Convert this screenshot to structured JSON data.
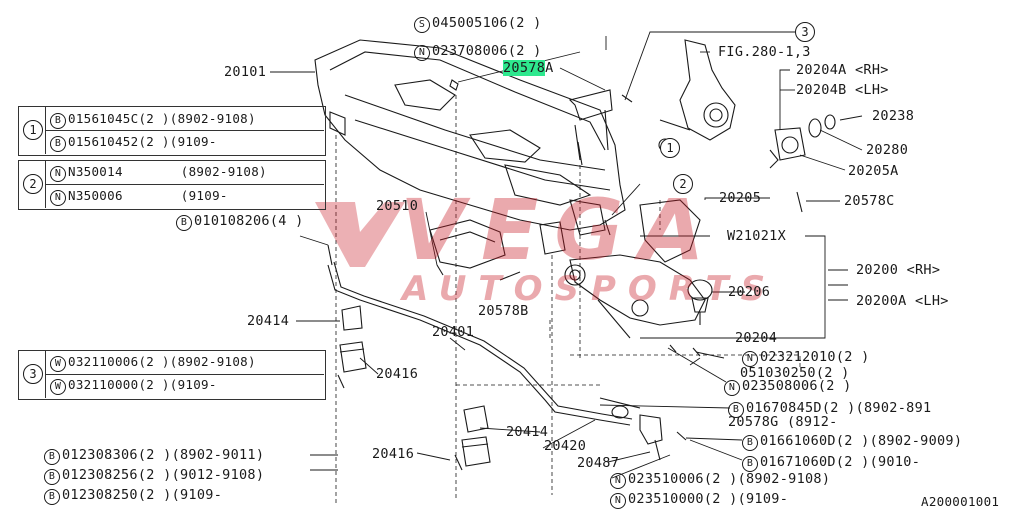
{
  "colors": {
    "line": "#1a1a1a",
    "highlight": "#2ee88e",
    "watermark": "#c81e28"
  },
  "watermark": {
    "line1": "VEGA",
    "line2": "AUTOSPORTS"
  },
  "diagram_id": "A200001001",
  "ref_labels": {
    "fig": "FIG.280-1,3",
    "p20101": "20101",
    "p20510": "20510",
    "p20414a": "20414",
    "p20401": "20401",
    "p20416a": "20416",
    "p20414b": "20414",
    "p20420": "20420",
    "p20416b": "20416",
    "p20487": "20487",
    "p20578B": "20578B",
    "p20578A_hl": "20578",
    "p20578A_suffix": "A",
    "p20204A": "20204A <RH>",
    "p20204B": "20204B <LH>",
    "p20238": "20238",
    "p20280": "20280",
    "p20205A": "20205A",
    "p20205": "20205",
    "p20578C": "20578C",
    "pW21021X": "W21021X",
    "p20200": "20200 <RH>",
    "p20200A": "20200A <LH>",
    "p20206": "20206",
    "p20204": "20204",
    "p20578G": "20578G (8912-"
  },
  "fasteners": [
    {
      "prefix": "S",
      "code": "045005106",
      "qty": "(2 )"
    },
    {
      "prefix": "N",
      "code": "023708006",
      "qty": "(2 )"
    },
    {
      "prefix": "B",
      "code": "010108206",
      "qty": "(4 )"
    },
    {
      "prefix": "N",
      "code": "023212010",
      "qty": "(2 )"
    },
    {
      "prefix": "",
      "code": "051030250",
      "qty": "(2 )"
    },
    {
      "prefix": "N",
      "code": "023508006",
      "qty": "(2 )"
    },
    {
      "prefix": "B",
      "code": "01670845D",
      "qty": "(2 )(8902-891"
    },
    {
      "prefix": "B",
      "code": "01661060D",
      "qty": "(2 )(8902-9009)"
    },
    {
      "prefix": "B",
      "code": "01671060D",
      "qty": "(2 )(9010-"
    },
    {
      "prefix": "N",
      "code": "023510006",
      "qty": "(2 )(8902-9108)"
    },
    {
      "prefix": "N",
      "code": "023510000",
      "qty": "(2 )(9109-"
    },
    {
      "prefix": "B",
      "code": "012308306",
      "qty": "(2 )(8902-9011)"
    },
    {
      "prefix": "B",
      "code": "012308256",
      "qty": "(2 )(9012-9108)"
    },
    {
      "prefix": "B",
      "code": "012308250",
      "qty": "(2 )(9109-"
    }
  ],
  "legend": [
    {
      "num": "1",
      "rows": [
        {
          "prefix": "B",
          "code": "01561045C",
          "qty": "(2 )(8902-9108)"
        },
        {
          "prefix": "B",
          "code": "015610452",
          "qty": "(2 )(9109-"
        }
      ]
    },
    {
      "num": "2",
      "rows": [
        {
          "prefix": "N",
          "code": "N350014",
          "qty": "(8902-9108)"
        },
        {
          "prefix": "N",
          "code": "N350006",
          "qty": "(9109-"
        }
      ]
    },
    {
      "num": "3",
      "rows": [
        {
          "prefix": "W",
          "code": "032110006",
          "qty": "(2 )(8902-9108)"
        },
        {
          "prefix": "W",
          "code": "032110000",
          "qty": "(2 )(9109-"
        }
      ]
    }
  ],
  "callouts": {
    "c1": "1",
    "c2": "2",
    "c3": "3"
  }
}
